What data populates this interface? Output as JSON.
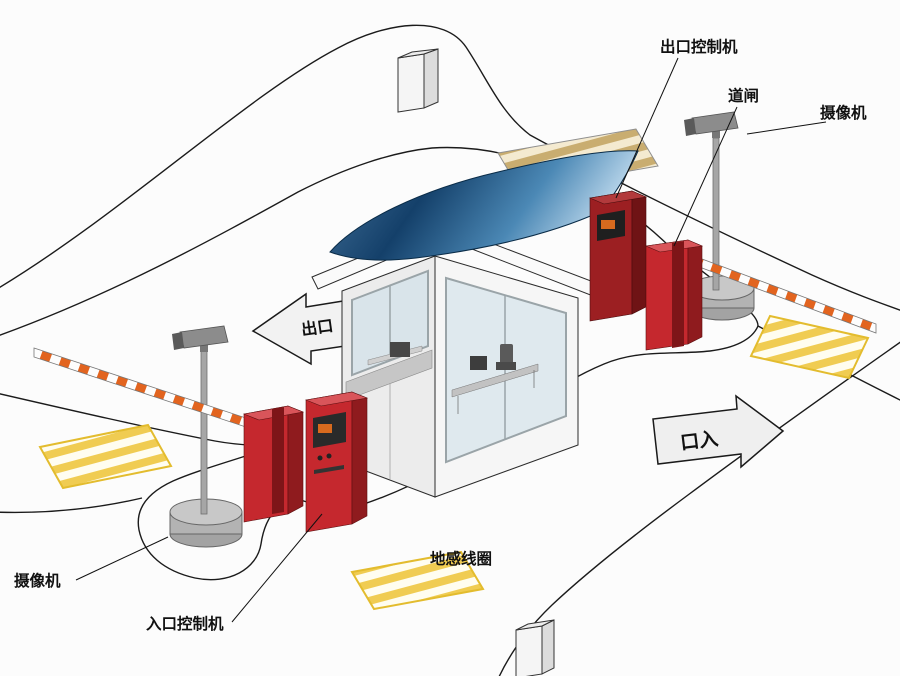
{
  "labels": {
    "exit_controller": "出口控制机",
    "barrier_gate": "道闸",
    "camera_top": "摄像机",
    "camera_bottom": "摄像机",
    "entry_controller": "入口控制机",
    "ground_loop": "地感线圈",
    "exit_arrow": "出口",
    "entry_arrow": "口入"
  },
  "colors": {
    "machine_red": "#c5282e",
    "machine_red_dark": "#8f1b1e",
    "machine_red_top": "#d9555a",
    "machine_maroon": "#9c1f22",
    "machine_maroon_dark": "#6f1315",
    "machine_maroon_top": "#b23a3c",
    "roof_blue_left": "#46749c",
    "roof_blue_dark": "#14406a",
    "roof_blue_mid": "#4b88b5",
    "roof_blue_light": "#c2dcef",
    "loop_yellow": "#f0cc52",
    "loop_tan": "#c9ad70",
    "arm_orange": "#e2641f",
    "pole_gray": "#a6a6a6",
    "road_line": "#1b1b1b"
  }
}
